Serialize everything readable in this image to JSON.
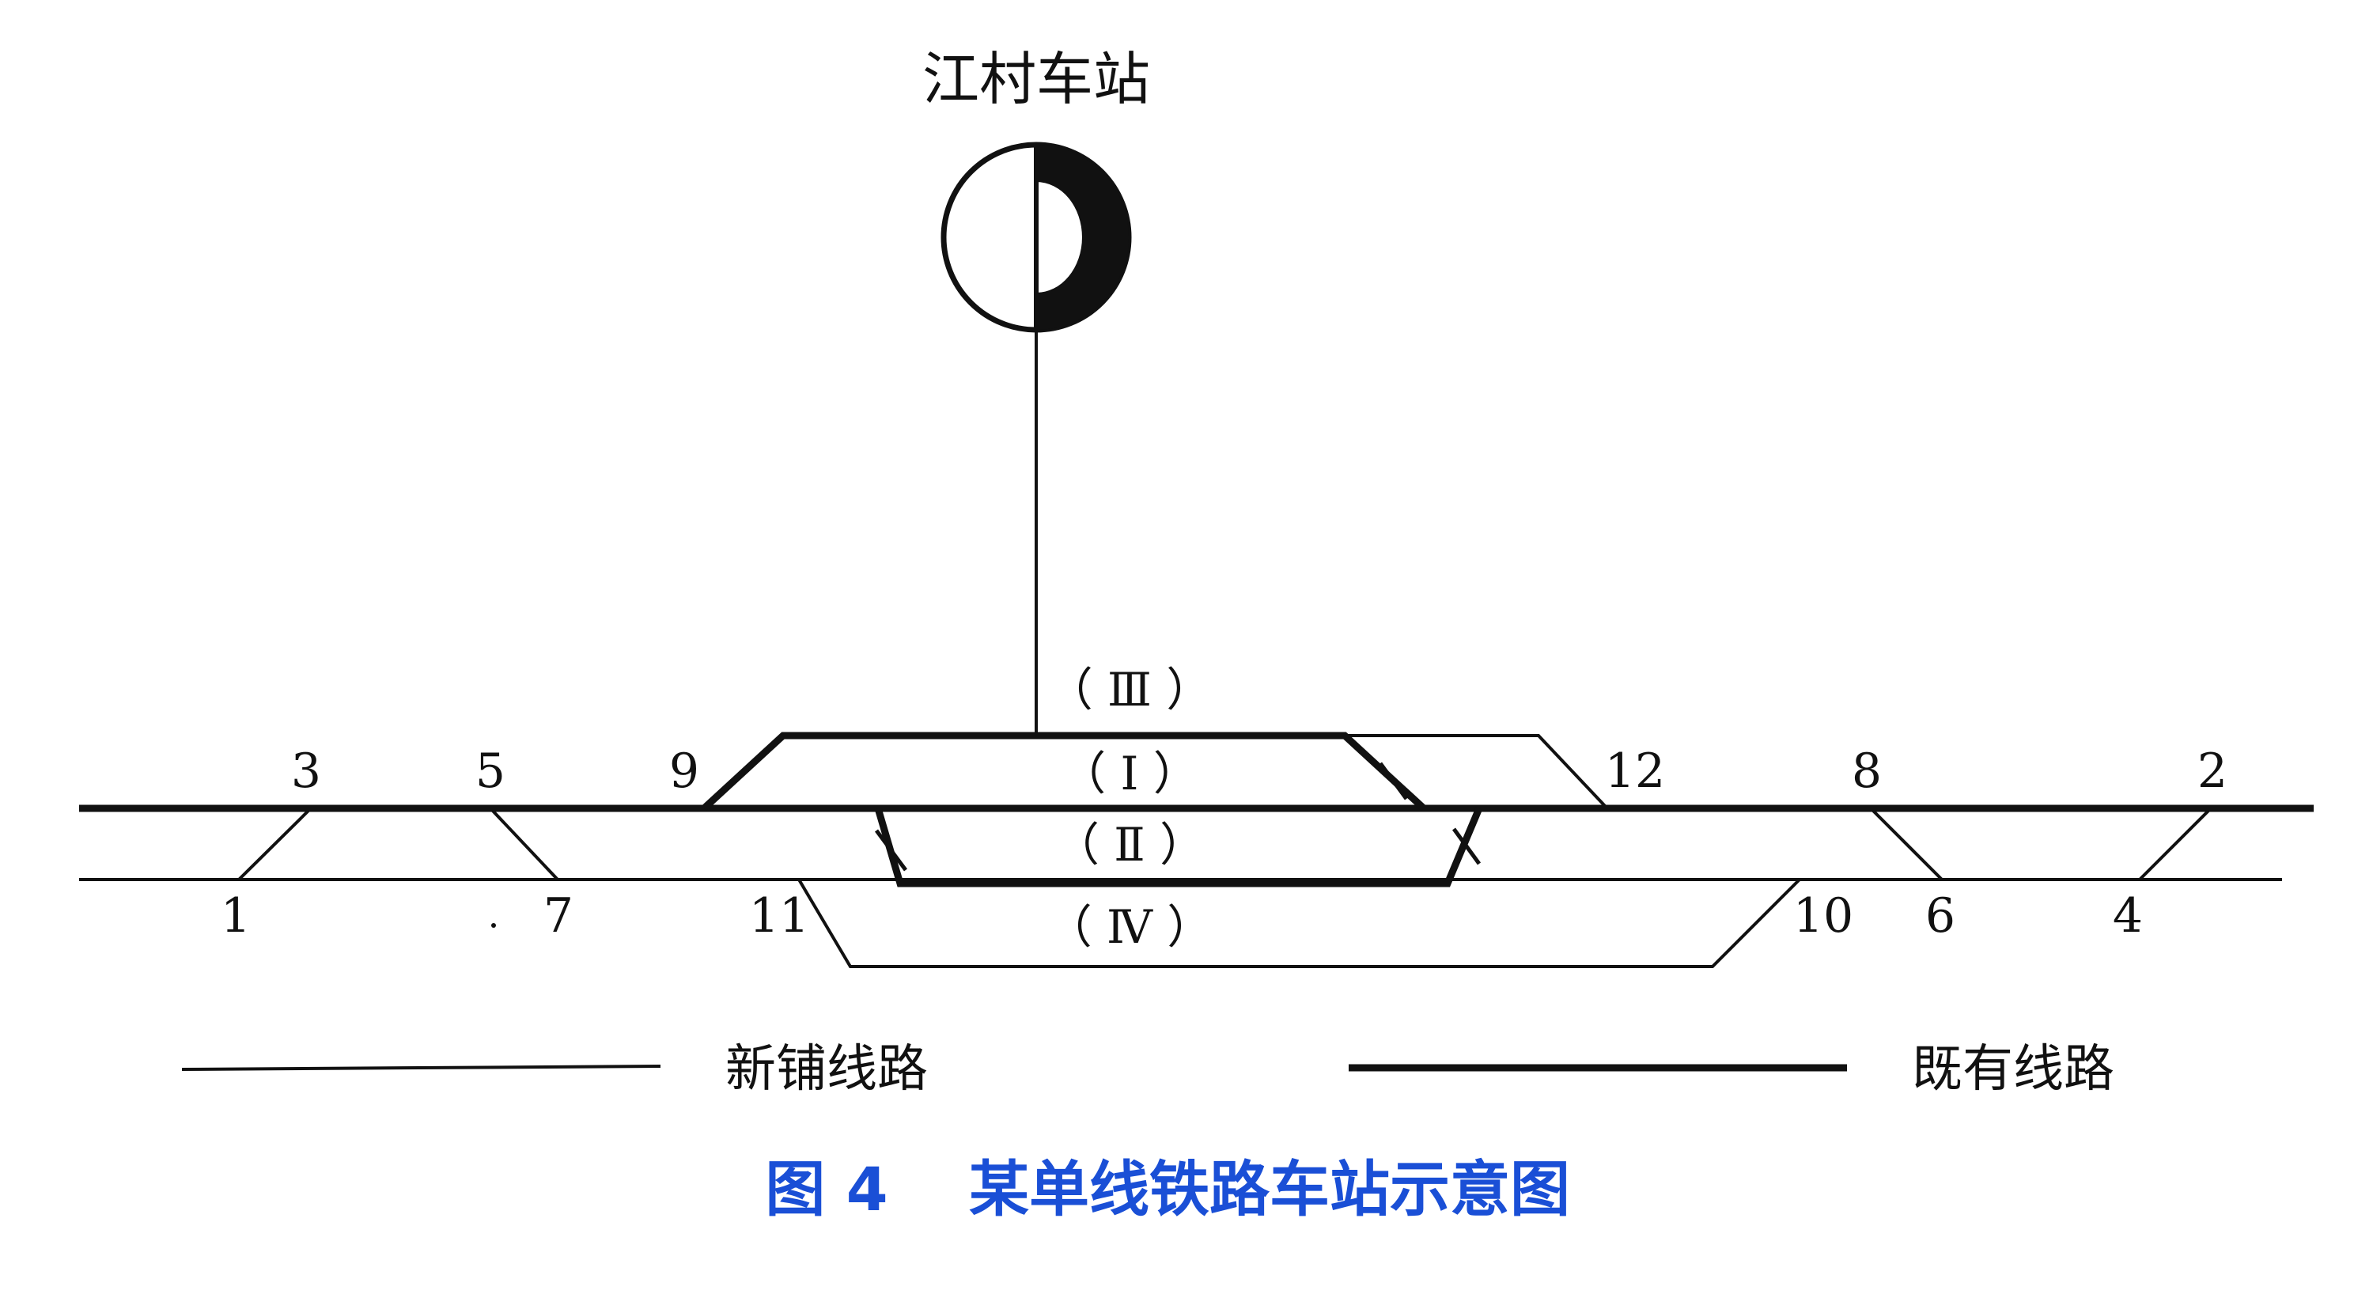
{
  "station": {
    "name": "江村车站"
  },
  "tracks": [
    {
      "id": "III",
      "label": "（ Ⅲ ）"
    },
    {
      "id": "I",
      "label": "（ Ⅰ ）"
    },
    {
      "id": "II",
      "label": "（ Ⅱ ）"
    },
    {
      "id": "IV",
      "label": "（ Ⅳ ）"
    }
  ],
  "switches": [
    "1",
    "2",
    "3",
    "4",
    "5",
    "6",
    "7",
    "8",
    "9",
    "10",
    "11",
    "12"
  ],
  "legend": {
    "new_line": "新铺线路",
    "existing_line": "既有线路"
  },
  "caption": {
    "number": "图 4",
    "title": "某单线铁路车站示意图"
  },
  "colors": {
    "line": "#111111",
    "caption": "#1a4fd6",
    "signal_fill": "#111111"
  }
}
